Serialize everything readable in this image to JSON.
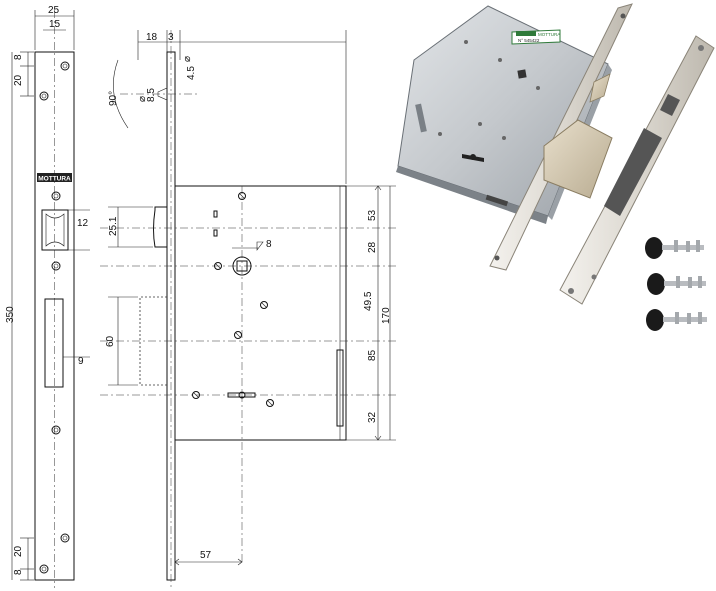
{
  "brand": "MOTTURA",
  "faceplate": {
    "width_top": "25",
    "width_inner": "15",
    "dim_8_top": "8",
    "dim_20_top": "20",
    "dim_12": "12",
    "dim_350": "350",
    "dim_9": "9",
    "dim_20_bottom": "20",
    "dim_8_bottom": "8"
  },
  "side_view": {
    "dim_18": "18",
    "dim_3": "3",
    "dim_90": "90°",
    "dim_8_5": "8.5",
    "dim_4_5": "4.5",
    "dim_25_1": "25.1",
    "dim_60": "60"
  },
  "lock_body": {
    "dim_53": "53",
    "dim_28": "28",
    "dim_8_square": "8",
    "dim_49_5": "49.5",
    "dim_170": "170",
    "dim_85": "85",
    "dim_32": "32",
    "dim_57": "57"
  },
  "photo": {
    "label_text": "MOTTURA",
    "serial_text": "N° 545422",
    "colors": {
      "steel": "#c8ccd0",
      "steel_dark": "#8e949a",
      "brass": "#d9cdb4",
      "key_black": "#1a1a1a"
    }
  }
}
